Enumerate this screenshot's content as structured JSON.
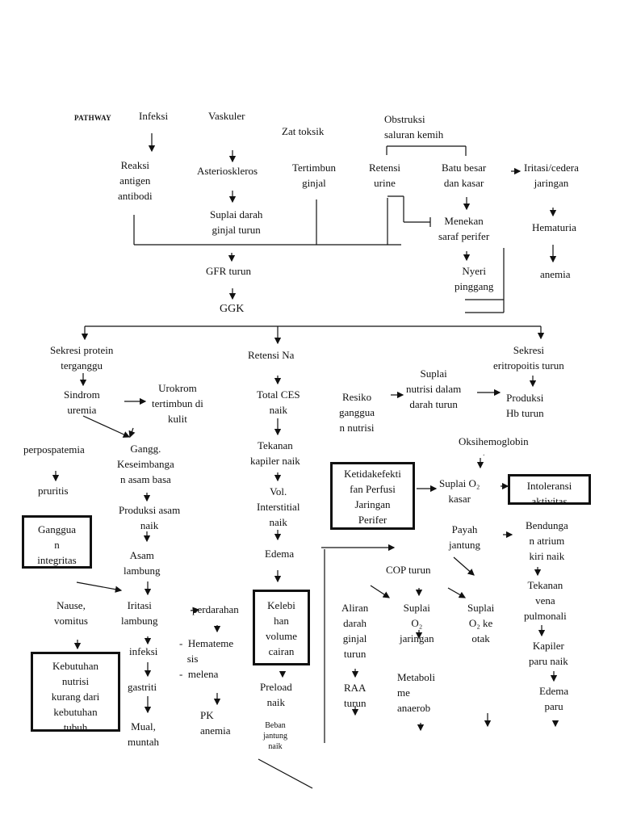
{
  "title": "PATHWAY",
  "nodes": {
    "infeksi": "Infeksi",
    "vaskuler": "Vaskuler",
    "zat_toksik": "Zat toksik",
    "obstruksi": "Obstruksi\nsaluran kemih",
    "reaksi_antigen": "Reaksi\nantigen\nantibodi",
    "asterioskleros": "Asterioskleros",
    "tertimbun_ginjal": "Tertimbun\nginjal",
    "retensi_urine": "Retensi\nurine",
    "batu_besar": "Batu besar\ndan kasar",
    "iritasi_cedera": "Iritasi/cedera\njaringan",
    "suplai_darah_ginjal": "Suplai darah\nginjal turun",
    "menekan_saraf": "Menekan\nsaraf perifer",
    "hematuria": "Hematuria",
    "gfr_turun": "GFR turun",
    "nyeri_pinggang": "Nyeri\npinggang",
    "anemia": "anemia",
    "ggk": "GGK",
    "sekresi_protein": "Sekresi protein\nterganggu",
    "retensi_na": "Retensi Na",
    "sekresi_eritropoitis": "Sekresi\neritropoitis turun",
    "sindrom_uremia": "Sindrom\nuremia",
    "urokrom": "Urokrom\ntertimbun di\nkulit",
    "total_ces": "Total CES\nnaik",
    "resiko_gangguan": "Resiko\nganggua\nn nutrisi",
    "suplai_nutrisi": "Suplai\nnutrisi dalam\ndarah turun",
    "produksi_hb": "Produksi\nHb turun",
    "perpospatemia": "perpospatemia",
    "gangg_keseimbangan": "Gangg.\nKeseimbanga\nn asam basa",
    "tekanan_kapiler": "Tekanan\nkapiler naik",
    "oksihemoglobin": "Oksihemoglobin\nturun",
    "pruritis": "pruritis",
    "ketidakefektifan": "Ketidakefekti\nfan Perfusi\nJaringan\nPerifer",
    "suplai_o2_kasar": "Suplai O₂\nkasar",
    "intoleransi": "Intoleransi\naktivitas",
    "produksi_asam": "Produksi asam\nnaik",
    "vol_interstitial": "Vol.\nInterstitial\nnaik",
    "gangguan_integritas": "Ganggua\nn\nintegritas",
    "payah_jantung": "Payah\njantung",
    "bendungan_atrium": "Bendunga\nn atrium\nkiri naik",
    "asam_lambung": "Asam\nlambung",
    "edema": "Edema",
    "cop_turun": "COP turun",
    "tekanan_vena": "Tekanan\nvena\npulmonali",
    "nause": "Nause,\nvomitus",
    "iritasi_lambung": "Iritasi\nlambung",
    "perdarahan": "perdarahan",
    "kelebihan_volume": "Kelebi\nhan\nvolume\ncairan",
    "aliran_darah": "Aliran\ndarah\nginjal\nturun",
    "suplai_o2_jaringan": "Suplai\nO₂\njaringan",
    "suplai_o2_otak": "Suplai\nO₂ ke\notak",
    "kebutuhan_nutrisi": "Kebutuhan\nnutrisi\nkurang dari\nkebutuhan\ntubuh",
    "infeksi2": "infeksi",
    "hematemesis": "-  Hemateme\n   sis\n-  melena",
    "kapiler_paru": "Kapiler\nparu naik",
    "gastriti": "gastriti",
    "preload": "Preload\nnaik",
    "raa_turun": "RAA\nturun",
    "metabolisme": "Metaboli\nme\nanaerob",
    "edema_paru": "Edema\nparu",
    "mual_muntah": "Mual,\nmuntah",
    "pk_anemia": "PK\nanemia",
    "beban_jantung": "Beban\njantung\nnaik"
  }
}
